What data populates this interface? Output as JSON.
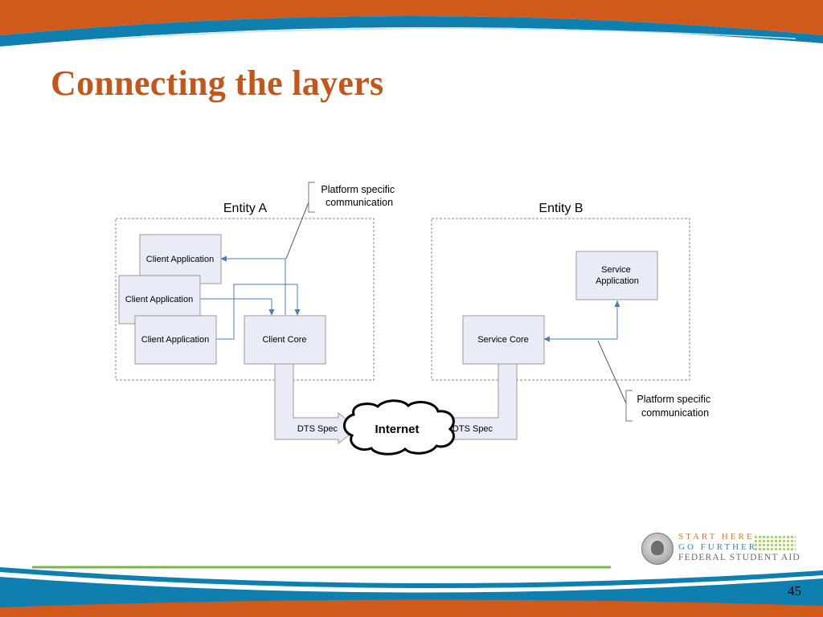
{
  "slide": {
    "title": "Connecting the layers",
    "page_number": "45"
  },
  "diagram": {
    "entities": [
      {
        "label": "Entity A"
      },
      {
        "label": "Entity B"
      }
    ],
    "nodes": {
      "client_app_1": "Client Application",
      "client_app_2": "Client Application",
      "client_app_3": "Client Application",
      "client_core": "Client Core",
      "service_core": "Service Core",
      "service_app": "Service Application",
      "internet": "Internet",
      "dts_spec_left": "DTS Spec",
      "dts_spec_right": "DTS Spec"
    },
    "callouts": {
      "top": "Platform specific communication",
      "bottom": "Platform specific communication"
    }
  },
  "logo": {
    "line1": "START HERE",
    "line2": "GO FURTHER",
    "line3": "FEDERAL STUDENT AID"
  },
  "colors": {
    "title": "#c4561a",
    "banner_orange": "#d05a1b",
    "banner_blue": "#0e7fae",
    "node_fill": "#e9ebf6",
    "connector": "#4a7ebb"
  }
}
